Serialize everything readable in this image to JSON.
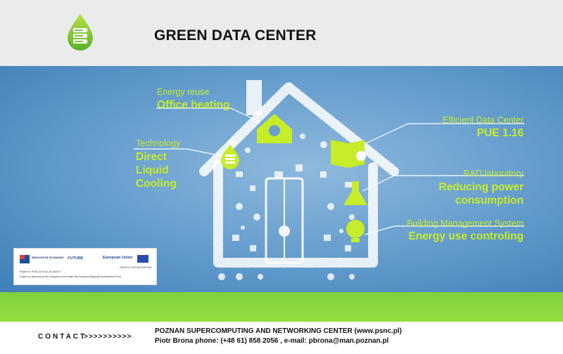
{
  "header": {
    "title": "GREEN DATA CENTER",
    "logo_icon": "green-drop-server-icon"
  },
  "hero": {
    "labels": {
      "energy_reuse": {
        "heading": "Energy reuse",
        "value": "Office heating"
      },
      "technology": {
        "heading": "Technology",
        "value_lines": [
          "Direct",
          "Liquid",
          "Cooling"
        ]
      },
      "efficient_dc": {
        "heading": "Efficient Data Center",
        "value": "PUE 1.16"
      },
      "rnd": {
        "heading": "R&D laboratory",
        "value_lines": [
          "Reducing power",
          "consumption"
        ]
      },
      "bms": {
        "heading": "Building Management System",
        "value": "Energy use controling"
      }
    },
    "icons": [
      "office-building-recycle-icon",
      "liquid-drop-server-icon",
      "data-center-racks-icon",
      "lab-flask-icon",
      "brain-bulb-icon"
    ],
    "colors": {
      "accent": "#c6ec2a",
      "background": "#6aa0cf"
    }
  },
  "partners": {
    "logo1": "INNOVATIVE ECONOMY",
    "logo2": "FUTURE",
    "logo3": "European Union",
    "grants": "GRANTS FOR INNOVATION",
    "project": "Project nr: POIG.02.03.01-30-044/11r",
    "cofinanced": "Project co-financed by the European Union under the European Regional Development Fund"
  },
  "footer": {
    "contact_label": "CONTACT",
    "arrows": ">>>>>>>>>>",
    "org": "POZNAN SUPERCOMPUTING AND NETWORKING CENTER (www.psnc.pl)",
    "person": "Piotr Brona phone: (+48 61) 858 2056 , e-mail: pbrona@man.poznan.pl"
  }
}
